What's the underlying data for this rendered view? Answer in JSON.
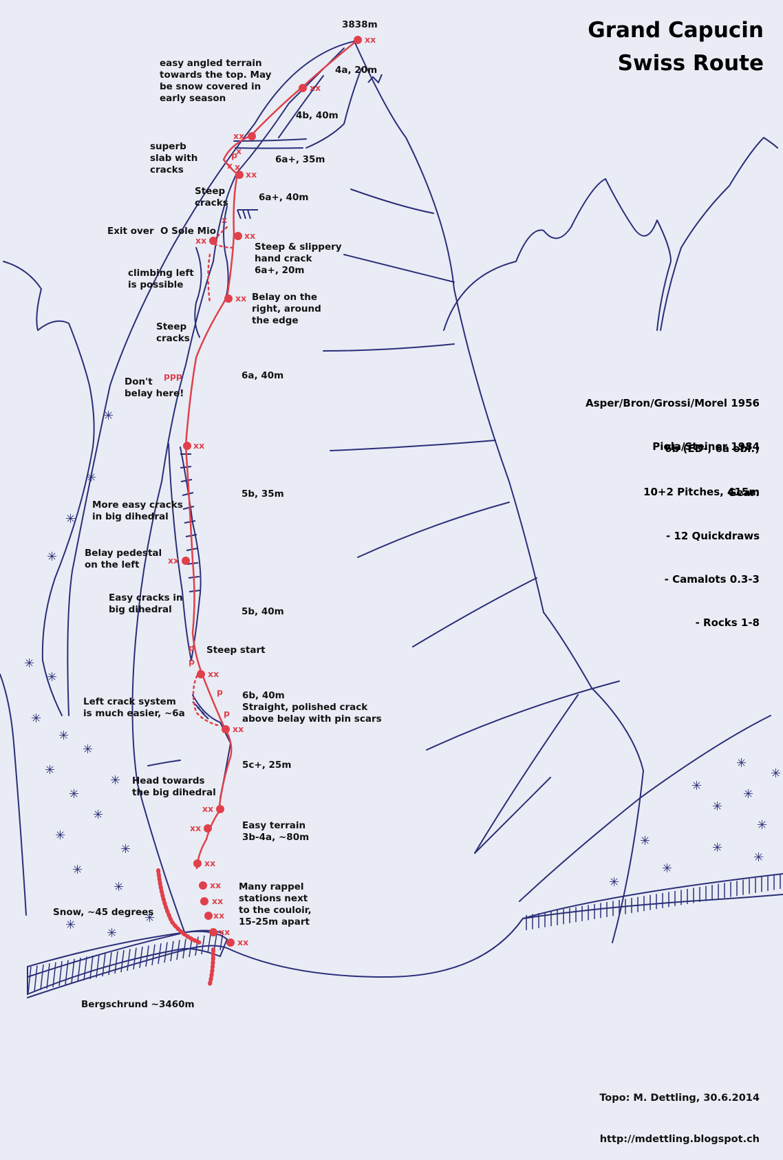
{
  "title": {
    "line1": "Grand Capucin",
    "line2": "Swiss Route"
  },
  "colors": {
    "outline": "#2a2e78",
    "route": "#e0404b",
    "background": "#e9ecf4"
  },
  "summit": "3838m",
  "credits": {
    "line1": "Asper/Bron/Grossi/Morel 1956",
    "line2": "Piola/Steiner 1984"
  },
  "grade": {
    "line1": "6b (ED-, 6a obl.)",
    "line2": "10+2 Pitches, 415m"
  },
  "gear": {
    "heading": "Gear:",
    "items": [
      "- 12 Quickdraws",
      "- Camalots 0.3-3",
      "- Rocks 1-8"
    ]
  },
  "pitches": [
    "4a, 20m",
    "4b, 40m",
    "6a+, 35m",
    "6a+, 40m",
    "6a, 40m",
    "5b, 35m",
    "5b, 40m",
    "6b, 40m",
    "5c+, 25m"
  ],
  "notes": {
    "easy_angled": "easy angled terrain\ntowards the top. May\nbe snow covered in\nearly season",
    "superb_slab": "superb\nslab with\ncracks",
    "steep_cracks_upper": "Steep\ncracks",
    "exit_sole_mio": "Exit over  O Sole Mio",
    "hand_crack": "Steep & slippery\nhand crack\n6a+, 20m",
    "climbing_left": "climbing left\nis possible",
    "belay_right": "Belay on the\nright, around\nthe edge",
    "steep_cracks_lower": "Steep\ncracks",
    "dont_belay": "Don't\nbelay here!",
    "more_easy_cracks": "More easy cracks\nin big dihedral",
    "belay_pedestal": "Belay pedestal\non the left",
    "easy_cracks_dihedral": "Easy cracks in\nbig dihedral",
    "steep_start": "Steep start",
    "polished_crack": "6b, 40m\nStraight, polished crack\nabove belay with pin scars",
    "left_crack_system": "Left crack system\nis much easier, ~6a",
    "head_towards": "Head towards\nthe big dihedral",
    "easy_terrain": "Easy terrain\n3b-4a, ~80m",
    "rappel_stations": "Many rappel\nstations next\nto the couloir,\n15-25m apart",
    "snow": "Snow, ~45 degrees",
    "bergschrund": "Bergschrund ~3460m"
  },
  "marks": {
    "xx": "xx",
    "x": "x",
    "p": "p",
    "ppp": "ppp"
  },
  "footer": {
    "line1": "Topo: M. Dettling, 30.6.2014",
    "line2": "http://mdettling.blogspot.ch"
  }
}
